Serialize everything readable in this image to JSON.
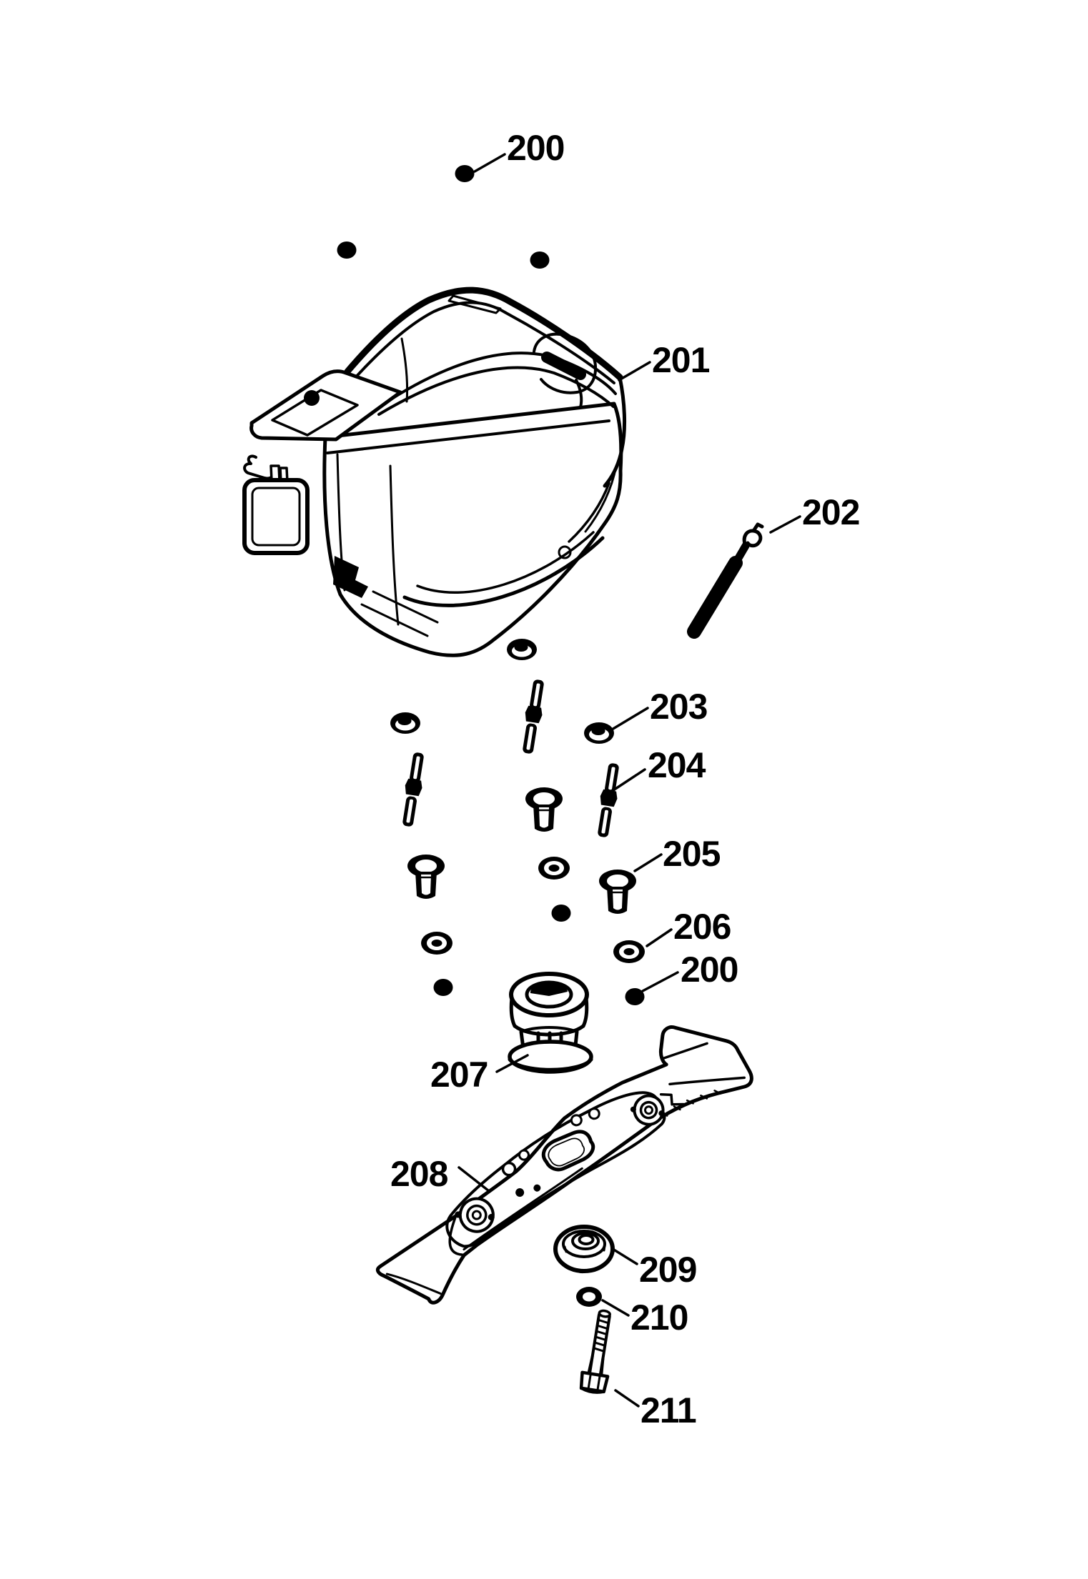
{
  "diagram": {
    "background_color": "#ffffff",
    "line_color": "#000000",
    "callouts": [
      {
        "id": "200-top",
        "text": "200"
      },
      {
        "id": "201-engine",
        "text": "201"
      },
      {
        "id": "202-dipstick",
        "text": "202"
      },
      {
        "id": "203-flange-nut",
        "text": "203"
      },
      {
        "id": "204-stud",
        "text": "204"
      },
      {
        "id": "205-spacer",
        "text": "205"
      },
      {
        "id": "206-washer",
        "text": "206"
      },
      {
        "id": "200-lower",
        "text": "200"
      },
      {
        "id": "207-blade-adapter",
        "text": "207"
      },
      {
        "id": "208-blade",
        "text": "208"
      },
      {
        "id": "209-blade-support",
        "text": "209"
      },
      {
        "id": "210-washer",
        "text": "210"
      },
      {
        "id": "211-blade-bolt",
        "text": "211"
      }
    ]
  }
}
